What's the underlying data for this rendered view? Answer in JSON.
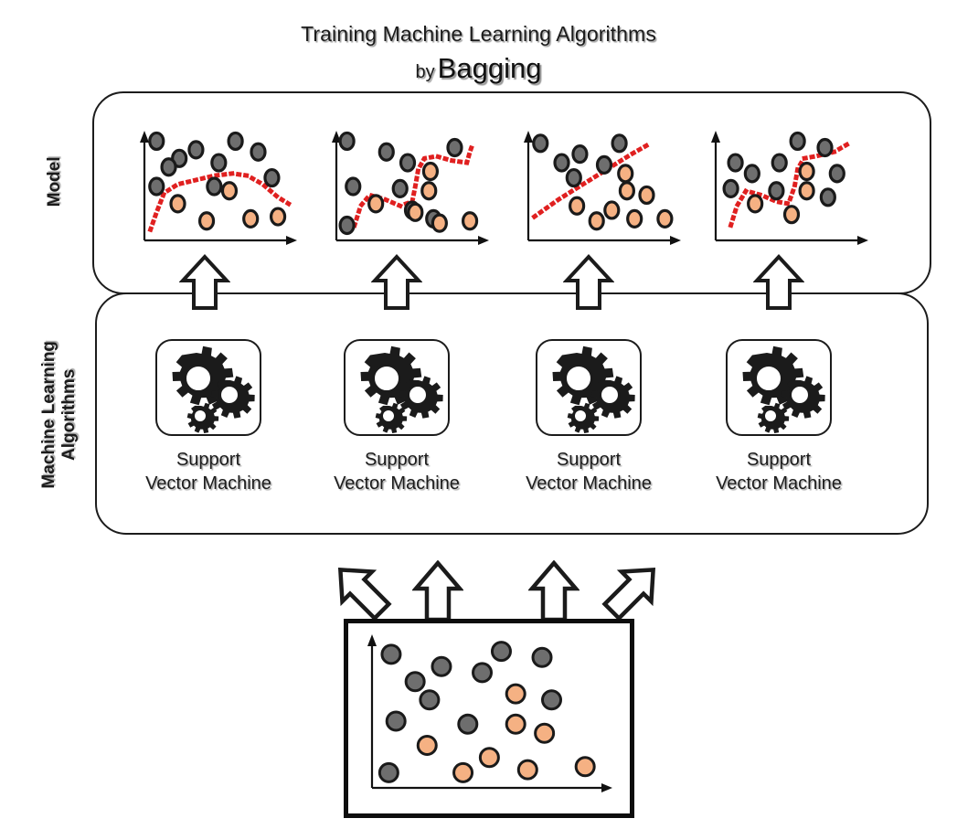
{
  "title": {
    "line1": "Training Machine Learning Algorithms",
    "by": "by",
    "method": "Bagging"
  },
  "rows": [
    {
      "key": "model",
      "label": "Model"
    },
    {
      "key": "mla",
      "label": "Machine Learning\nAlgorithms"
    }
  ],
  "algorithms": [
    {
      "label": "Support\nVector Machine",
      "icon": "gears-icon"
    },
    {
      "label": "Support\nVector Machine",
      "icon": "gears-icon"
    },
    {
      "label": "Support\nVector Machine",
      "icon": "gears-icon"
    },
    {
      "label": "Support\nVector Machine",
      "icon": "gears-icon"
    }
  ],
  "colors": {
    "class_a": "#6e6e6e",
    "class_b": "#f5b183",
    "outline": "#1a1a1a",
    "boundary": "#e02020",
    "panel_border": "#1c1c1c",
    "background": "#ffffff"
  },
  "chart_data": [
    {
      "id": "model-plot-1",
      "type": "scatter",
      "title": "",
      "xlabel": "",
      "ylabel": "",
      "xlim": [
        0,
        100
      ],
      "ylim": [
        0,
        100
      ],
      "grid": false,
      "legend": null,
      "series": [
        {
          "name": "class_a",
          "color": "#6e6e6e",
          "points": [
            [
              8,
              92
            ],
            [
              23,
              76
            ],
            [
              34,
              84
            ],
            [
              16,
              68
            ],
            [
              49,
              72
            ],
            [
              60,
              92
            ],
            [
              75,
              82
            ],
            [
              84,
              58
            ],
            [
              8,
              50
            ],
            [
              46,
              50
            ]
          ]
        },
        {
          "name": "class_b",
          "color": "#f5b183",
          "points": [
            [
              22,
              34
            ],
            [
              41,
              18
            ],
            [
              56,
              46
            ],
            [
              70,
              20
            ],
            [
              88,
              22
            ]
          ]
        }
      ],
      "decision_boundary": {
        "style": "dotted",
        "color": "#e02020",
        "points": [
          [
            4,
            10
          ],
          [
            8,
            26
          ],
          [
            13,
            44
          ],
          [
            22,
            52
          ],
          [
            34,
            56
          ],
          [
            46,
            60
          ],
          [
            58,
            62
          ],
          [
            68,
            60
          ],
          [
            78,
            52
          ],
          [
            88,
            40
          ],
          [
            95,
            34
          ]
        ]
      }
    },
    {
      "id": "model-plot-2",
      "type": "scatter",
      "title": "",
      "xlabel": "",
      "ylabel": "",
      "xlim": [
        0,
        100
      ],
      "ylim": [
        0,
        100
      ],
      "grid": false,
      "legend": null,
      "series": [
        {
          "name": "class_a",
          "color": "#6e6e6e",
          "points": [
            [
              7,
              92
            ],
            [
              33,
              82
            ],
            [
              47,
              72
            ],
            [
              78,
              86
            ],
            [
              11,
              50
            ],
            [
              42,
              48
            ],
            [
              50,
              28
            ],
            [
              7,
              14
            ],
            [
              64,
              20
            ]
          ]
        },
        {
          "name": "class_b",
          "color": "#f5b183",
          "points": [
            [
              62,
              64
            ],
            [
              61,
              46
            ],
            [
              26,
              34
            ],
            [
              52,
              26
            ],
            [
              68,
              16
            ],
            [
              88,
              18
            ]
          ]
        }
      ],
      "decision_boundary": {
        "style": "dotted",
        "color": "#e02020",
        "points": [
          [
            12,
            14
          ],
          [
            16,
            32
          ],
          [
            22,
            42
          ],
          [
            32,
            38
          ],
          [
            42,
            32
          ],
          [
            50,
            36
          ],
          [
            52,
            50
          ],
          [
            54,
            66
          ],
          [
            58,
            76
          ],
          [
            66,
            78
          ],
          [
            76,
            74
          ],
          [
            86,
            72
          ],
          [
            88,
            82
          ],
          [
            90,
            90
          ]
        ]
      }
    },
    {
      "id": "model-plot-3",
      "type": "scatter",
      "title": "",
      "xlabel": "",
      "ylabel": "",
      "xlim": [
        0,
        100
      ],
      "ylim": [
        0,
        100
      ],
      "grid": false,
      "legend": null,
      "series": [
        {
          "name": "class_a",
          "color": "#6e6e6e",
          "points": [
            [
              8,
              90
            ],
            [
              22,
              72
            ],
            [
              34,
              80
            ],
            [
              30,
              58
            ],
            [
              50,
              70
            ],
            [
              60,
              90
            ]
          ]
        },
        {
          "name": "class_b",
          "color": "#f5b183",
          "points": [
            [
              64,
              62
            ],
            [
              65,
              46
            ],
            [
              78,
              42
            ],
            [
              32,
              32
            ],
            [
              55,
              28
            ],
            [
              45,
              18
            ],
            [
              70,
              20
            ],
            [
              90,
              20
            ]
          ]
        }
      ],
      "decision_boundary": {
        "style": "dotted",
        "color": "#e02020",
        "points": [
          [
            4,
            22
          ],
          [
            20,
            38
          ],
          [
            36,
            52
          ],
          [
            52,
            66
          ],
          [
            68,
            80
          ],
          [
            78,
            88
          ]
        ]
      }
    },
    {
      "id": "model-plot-4",
      "type": "scatter",
      "title": "",
      "xlabel": "",
      "ylabel": "",
      "xlim": [
        0,
        100
      ],
      "ylim": [
        0,
        100
      ],
      "grid": false,
      "legend": null,
      "series": [
        {
          "name": "class_a",
          "color": "#6e6e6e",
          "points": [
            [
              13,
              72
            ],
            [
              24,
              62
            ],
            [
              10,
              48
            ],
            [
              42,
              72
            ],
            [
              40,
              46
            ],
            [
              54,
              92
            ],
            [
              72,
              86
            ],
            [
              80,
              62
            ],
            [
              74,
              40
            ]
          ]
        },
        {
          "name": "class_b",
          "color": "#f5b183",
          "points": [
            [
              60,
              64
            ],
            [
              60,
              46
            ],
            [
              26,
              34
            ],
            [
              50,
              24
            ]
          ]
        }
      ],
      "decision_boundary": {
        "style": "dotted",
        "color": "#e02020",
        "points": [
          [
            10,
            14
          ],
          [
            14,
            32
          ],
          [
            20,
            46
          ],
          [
            30,
            42
          ],
          [
            40,
            36
          ],
          [
            48,
            34
          ],
          [
            52,
            50
          ],
          [
            54,
            66
          ],
          [
            58,
            76
          ],
          [
            66,
            78
          ],
          [
            78,
            82
          ],
          [
            88,
            90
          ]
        ]
      }
    },
    {
      "id": "dataset-plot",
      "type": "scatter",
      "title": "",
      "xlabel": "",
      "ylabel": "",
      "xlim": [
        0,
        100
      ],
      "ylim": [
        0,
        100
      ],
      "grid": false,
      "legend": null,
      "series": [
        {
          "name": "class_a",
          "color": "#6e6e6e",
          "points": [
            [
              8,
              88
            ],
            [
              18,
              70
            ],
            [
              29,
              80
            ],
            [
              24,
              58
            ],
            [
              10,
              44
            ],
            [
              40,
              42
            ],
            [
              46,
              76
            ],
            [
              54,
              90
            ],
            [
              71,
              86
            ],
            [
              75,
              58
            ],
            [
              7,
              10
            ]
          ]
        },
        {
          "name": "class_b",
          "color": "#f5b183",
          "points": [
            [
              23,
              28
            ],
            [
              38,
              10
            ],
            [
              49,
              20
            ],
            [
              60,
              62
            ],
            [
              60,
              42
            ],
            [
              72,
              36
            ],
            [
              65,
              12
            ],
            [
              89,
              14
            ]
          ]
        }
      ],
      "decision_boundary": null
    }
  ],
  "arrows": {
    "model_arrows": [
      {
        "name": "arrow-up-model-1",
        "direction": "up"
      },
      {
        "name": "arrow-up-model-2",
        "direction": "up"
      },
      {
        "name": "arrow-up-model-3",
        "direction": "up"
      },
      {
        "name": "arrow-up-model-4",
        "direction": "up"
      }
    ],
    "data_arrows": [
      {
        "name": "arrow-up-left-data-1",
        "direction": "up-left"
      },
      {
        "name": "arrow-up-data-2",
        "direction": "up"
      },
      {
        "name": "arrow-up-data-3",
        "direction": "up"
      },
      {
        "name": "arrow-up-right-data-4",
        "direction": "up-right"
      }
    ]
  }
}
